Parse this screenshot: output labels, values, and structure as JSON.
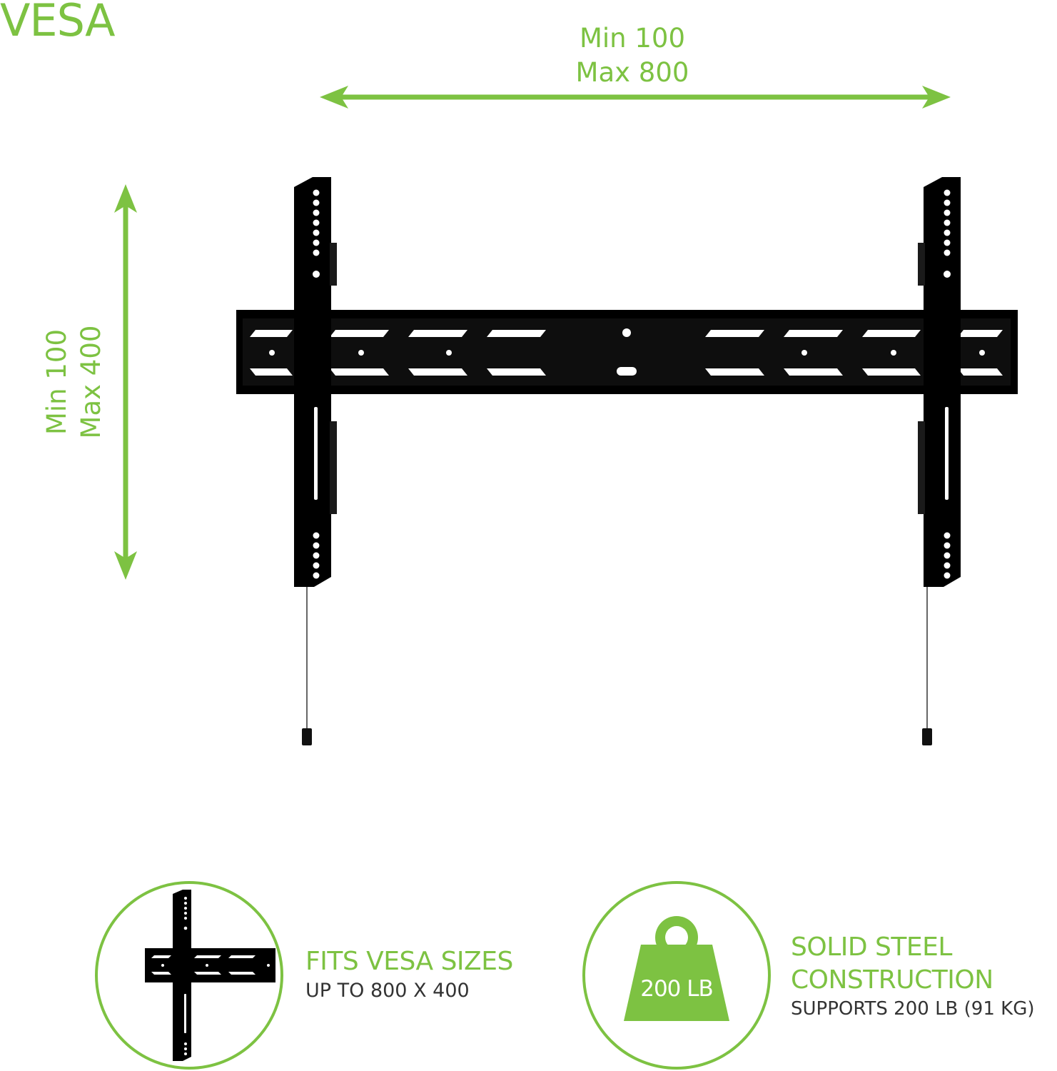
{
  "title": "VESA",
  "horizontal_dimension": {
    "min": "Min 100",
    "max": "Max 800"
  },
  "vertical_dimension": {
    "min": "Min 100",
    "max": "Max 400"
  },
  "features": [
    {
      "icon": "mount-bracket-icon",
      "title": "FITS VESA SIZES",
      "subtitle": "UP TO 800 X 400"
    },
    {
      "icon": "weight-icon",
      "badge": "200 LB",
      "title_lines": [
        "SOLID STEEL",
        "CONSTRUCTION"
      ],
      "subtitle": "SUPPORTS 200 LB (91 KG)"
    }
  ],
  "colors": {
    "accent": "#7dc242",
    "bracket": "#000000",
    "subtitle": "#333333"
  }
}
